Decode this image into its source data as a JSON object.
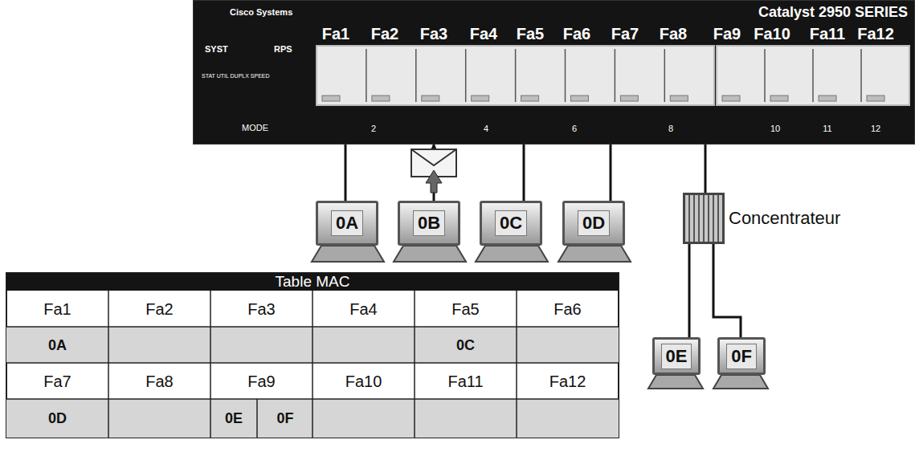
{
  "diagram": {
    "nodes": [
      {
        "text": [
          "Cisco Systems",
          "SYST",
          "RPS",
          "STAT UTIL DUPLX SPEED",
          "MODE",
          "Catalyst 2950 SERIES"
        ]
      },
      {
        "text": [
          "0A"
        ]
      },
      {
        "text": [
          "0B"
        ]
      },
      {
        "text": [
          "0C"
        ]
      },
      {
        "text": [
          "0D"
        ]
      },
      {
        "text": [
          "Concentrateur"
        ]
      },
      {
        "text": [
          "0E"
        ]
      },
      {
        "text": [
          "0F"
        ]
      }
    ],
    "edges": [
      {
        "from": 0,
        "to": 1,
        "arrow": "none"
      },
      {
        "from": 2,
        "to": 0,
        "arrow": "to"
      },
      {
        "from": 0,
        "to": 3,
        "arrow": "none"
      },
      {
        "from": 0,
        "to": 4,
        "arrow": "none"
      },
      {
        "from": 0,
        "to": 5,
        "arrow": "none"
      },
      {
        "from": 5,
        "to": 6,
        "arrow": "none"
      },
      {
        "from": 5,
        "to": 7,
        "arrow": "none"
      }
    ],
    "labels": [
      "Fa1",
      "Fa2",
      "Fa3",
      "Fa4",
      "Fa5",
      "Fa6",
      "Fa7",
      "Fa8",
      "Fa9",
      "Fa10",
      "Fa11",
      "Fa12",
      "2",
      "4",
      "6",
      "8",
      "10",
      "11",
      "12",
      "Table MAC",
      "Fa1",
      "Fa2",
      "Fa3",
      "Fa4",
      "Fa5",
      "Fa6",
      "0A",
      "0C",
      "Fa7",
      "Fa8",
      "Fa9",
      "Fa10",
      "Fa11",
      "Fa12",
      "0D",
      "0E",
      "0F"
    ]
  }
}
